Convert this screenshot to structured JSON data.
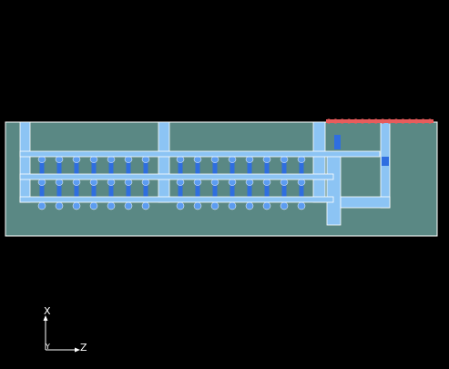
{
  "axes": {
    "x_label": "X",
    "y_label": "Y",
    "z_label": "Z"
  },
  "colors": {
    "background": "#000000",
    "board": "#5a8884",
    "board_outline": "#ffffff",
    "channel": "#8cc4f4",
    "channel_edge": "#ffffff",
    "post": "#2f6ee0",
    "post_light": "#5c9cf0",
    "marker": "#e85c5c",
    "axis": "#ffffff"
  },
  "icons": {
    "triad": "axis-triad-icon",
    "marker": "red-marker-strip"
  }
}
